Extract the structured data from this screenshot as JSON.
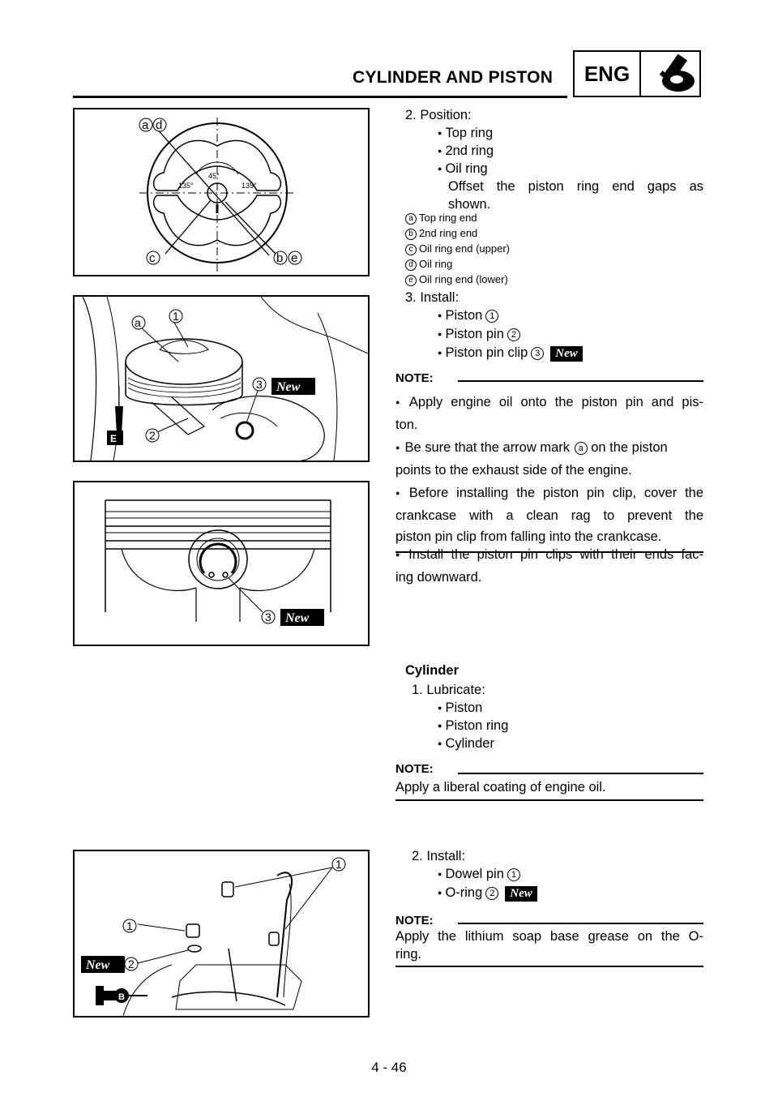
{
  "header": {
    "title": "CYLINDER AND PISTON",
    "section": "ENG",
    "icon": "engine-wrench-icon"
  },
  "figures": {
    "fig1": {
      "labels": [
        "a",
        "d",
        "c",
        "b",
        "e"
      ],
      "angles": [
        "45°",
        "135°",
        "135°"
      ]
    },
    "fig2": {
      "labels": [
        "a",
        "1",
        "3",
        "2"
      ],
      "new": "New",
      "oil_badge": "E"
    },
    "fig3": {
      "labels": [
        "3"
      ],
      "new": "New"
    },
    "fig4": {
      "labels": [
        "1",
        "1",
        "2"
      ],
      "new": "New",
      "grease_badge": "B"
    }
  },
  "step2": {
    "heading": "2. Position:",
    "items": [
      "Top ring",
      "2nd ring",
      "Oil ring"
    ],
    "desc_line1": "Offset the piston ring end gaps as",
    "desc_line2": "shown."
  },
  "legend": [
    {
      "mark": "a",
      "text": "Top ring end"
    },
    {
      "mark": "b",
      "text": "2nd ring end"
    },
    {
      "mark": "c",
      "text": "Oil ring end (upper)"
    },
    {
      "mark": "d",
      "text": "Oil ring"
    },
    {
      "mark": "e",
      "text": "Oil ring end (lower)"
    }
  ],
  "step3": {
    "heading": "3. Install:",
    "items": [
      {
        "text": "Piston",
        "num": "1"
      },
      {
        "text": "Piston pin",
        "num": "2"
      },
      {
        "text": "Piston pin clip",
        "num": "3",
        "new": "New"
      }
    ]
  },
  "note1": {
    "label": "NOTE:",
    "items": [
      [
        "Apply engine oil onto the piston pin and pis-",
        "ton."
      ],
      [
        "Be sure that the arrow mark",
        "a",
        "on the piston",
        "points to the exhaust side of the engine."
      ],
      [
        "Before installing the piston pin clip, cover the",
        "crankcase with a clean rag to prevent the",
        "piston pin clip from falling into the crankcase."
      ],
      [
        "Install the piston pin clips with their ends fac-",
        "ing downward."
      ]
    ]
  },
  "cylinder": {
    "heading": "Cylinder",
    "step1": "1. Lubricate:",
    "items": [
      "Piston",
      "Piston ring",
      "Cylinder"
    ]
  },
  "note2": {
    "label": "NOTE:",
    "text": "Apply a liberal coating of engine oil."
  },
  "install2": {
    "heading": "2. Install:",
    "items": [
      {
        "text": "Dowel pin",
        "num": "1"
      },
      {
        "text": "O-ring",
        "num": "2",
        "new": "New"
      }
    ]
  },
  "note3": {
    "label": "NOTE:",
    "line1": "Apply the lithium soap base grease on the O-",
    "line2": "ring."
  },
  "page_number": "4 - 46"
}
